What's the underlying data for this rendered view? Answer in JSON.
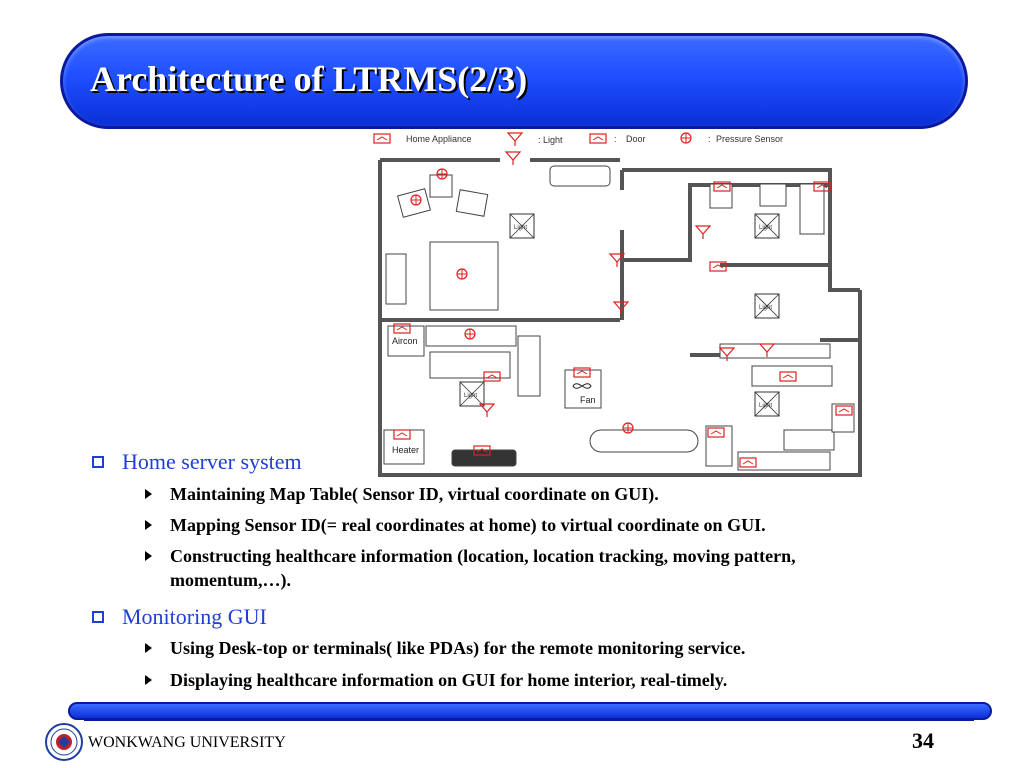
{
  "slide": {
    "title": "Architecture of LTRMS(2/3)",
    "page_number": "34",
    "footer": "WONKWANG UNIVERSITY"
  },
  "floorplan": {
    "legend": {
      "home_appliance": "Home Appliance",
      "light": ": Light",
      "door_sep": ":",
      "door": "Door",
      "pressure_sep": ":",
      "pressure_sensor": "Pressure Sensor"
    },
    "labels": {
      "light": "Light",
      "aircon": "Aircon",
      "heater": "Heater",
      "fan": "Fan"
    }
  },
  "sections": [
    {
      "heading": "Home server system",
      "bullets": [
        "Maintaining Map Table( Sensor ID, virtual coordinate on GUI).",
        "Mapping Sensor ID(= real coordinates at home)  to virtual coordinate on GUI.",
        "Constructing healthcare information (location, location tracking, moving pattern, momentum,…)."
      ]
    },
    {
      "heading": "Monitoring GUI",
      "bullets": [
        "Using Desk-top or terminals( like PDAs) for the remote monitoring service.",
        "Displaying healthcare information on GUI for home interior, real-timely."
      ]
    }
  ],
  "colors": {
    "title_bar": "#1f4fff",
    "heading_text": "#1f3fd8",
    "sensor_red": "#e02020"
  }
}
